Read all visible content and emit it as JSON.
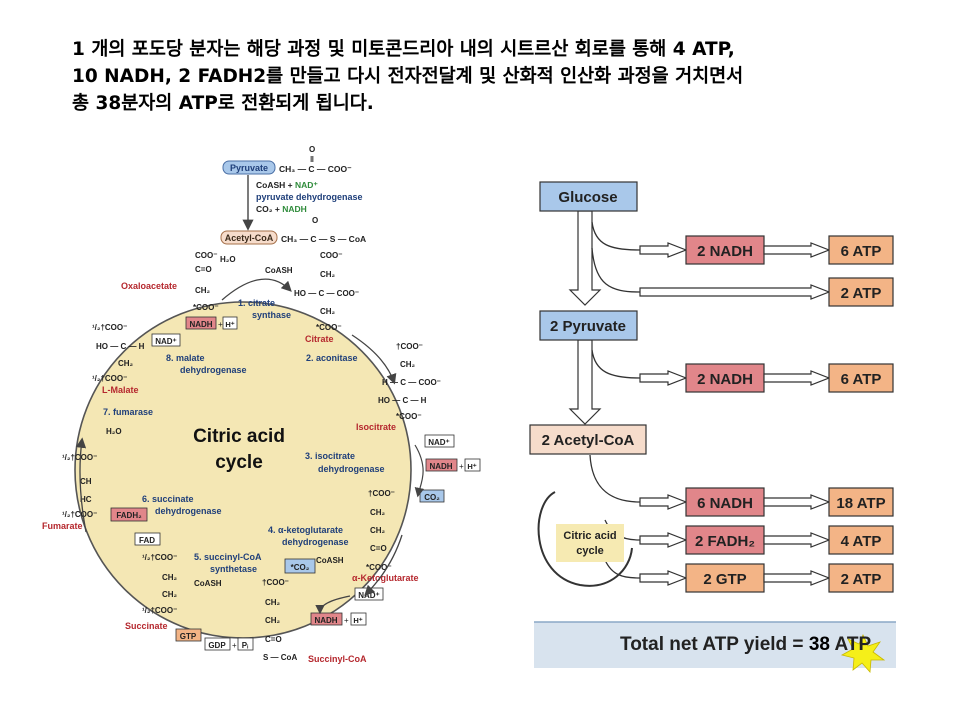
{
  "intro": {
    "line1": "1 개의 포도당 분자는 해당 과정 및 미토콘드리아 내의 시트르산 회로를 통해 4 ATP,",
    "line2": "10 NADH,  2 FADH2를 만들고 다시 전자전달계 및 산화적 인산화 과정을 거치면서",
    "line3": "총 38분자의 ATP로 전환되게 됩니다."
  },
  "cycle": {
    "title1": "Citric acid",
    "title2": "cycle",
    "metabolites": {
      "pyruvate": "Pyruvate",
      "acetyl_coa": "Acetyl-CoA",
      "oxaloacetate": "Oxaloacetate",
      "citrate": "Citrate",
      "isocitrate": "Isocitrate",
      "alpha_kg": "α-Ketoglutarate",
      "succinyl_coa": "Succinyl-CoA",
      "succinate": "Succinate",
      "fumarate": "Fumarate",
      "l_malate": "L-Malate"
    },
    "pdh": {
      "input": "CoASH + ",
      "input_nad": "NAD⁺",
      "enzyme": "pyruvate dehydrogenase",
      "output": "CO₂ + ",
      "output_nadh": "NADH"
    },
    "enzymes": {
      "e1a": "1. citrate",
      "e1b": "synthase",
      "e2": "2. aconitase",
      "e3a": "3. isocitrate",
      "e3b": "dehydrogenase",
      "e4a": "4. α-ketoglutarate",
      "e4b": "dehydrogenase",
      "e5a": "5. succinyl-CoA",
      "e5b": "synthetase",
      "e6a": "6. succinate",
      "e6b": "dehydrogenase",
      "e7": "7. fumarase",
      "e8a": "8. malate",
      "e8b": "dehydrogenase"
    },
    "cofactors": {
      "nad": "NAD⁺",
      "nadh": "NADH",
      "h": "H⁺",
      "co2": "CO₂",
      "star_co2": "*CO₂",
      "fad": "FAD",
      "fadh2": "FADH₂",
      "gtp": "GTP",
      "gdp": "GDP",
      "pi": "Pᵢ",
      "coash": "CoASH",
      "h2o": "H₂O"
    }
  },
  "flow": {
    "glucose": "Glucose",
    "pyruvate2": "2 Pyruvate",
    "acetylcoa2": "2 Acetyl-CoA",
    "cycle_label1": "Citric acid",
    "cycle_label2": "cycle",
    "rows": [
      {
        "product": "2 NADH",
        "atp": "6 ATP"
      },
      {
        "product": "",
        "atp": "2 ATP"
      },
      {
        "product": "2 NADH",
        "atp": "6 ATP"
      },
      {
        "product": "6 NADH",
        "atp": "18 ATP"
      },
      {
        "product": "2 FADH₂",
        "atp": "4 ATP"
      },
      {
        "product": "2 GTP",
        "atp": "2 ATP"
      }
    ],
    "total_label": "Total net ATP yield = ",
    "total_value": "38",
    "total_unit": "ATP",
    "colors": {
      "blue_box": "#a9c8ea",
      "red_box": "#e1868a",
      "orange_box": "#f3b486",
      "peach_box": "#f6dccb",
      "cream": "#f6eab2",
      "total_band": "#d8e3ee"
    }
  }
}
